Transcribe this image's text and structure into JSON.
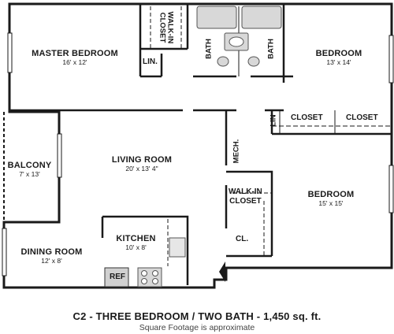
{
  "rooms": {
    "master_bedroom": {
      "name": "MASTER BEDROOM",
      "dims": "16' x 12'"
    },
    "bedroom_2": {
      "name": "BEDROOM",
      "dims": "13' x 14'"
    },
    "living_room": {
      "name": "LIVING ROOM",
      "dims": "20' x 13' 4\""
    },
    "balcony": {
      "name": "BALCONY",
      "dims": "7' x 13'"
    },
    "bedroom_3": {
      "name": "BEDROOM",
      "dims": "15' x 15'"
    },
    "kitchen": {
      "name": "KITCHEN",
      "dims": "10' x 8'"
    },
    "dining_room": {
      "name": "DINING ROOM",
      "dims": "12' x 8'"
    }
  },
  "small_labels": {
    "walk_in_closet_top_line1": "WALK-IN",
    "walk_in_closet_top_line2": "CLOSET",
    "lin_master": "LIN.",
    "bath_1": "BATH",
    "bath_2": "BATH",
    "lin_right": "LIN",
    "closet_1": "CLOSET",
    "closet_2": "CLOSET",
    "mech": "MECH.",
    "walk_in_closet_line1": "WALK-IN",
    "walk_in_closet_line2": "CLOSET",
    "cl": "CL.",
    "ref": "REF"
  },
  "footer": {
    "title": "C2 - THREE BEDROOM / TWO BATH - 1,450 sq. ft.",
    "subtitle": "Square Footage is approximate"
  }
}
